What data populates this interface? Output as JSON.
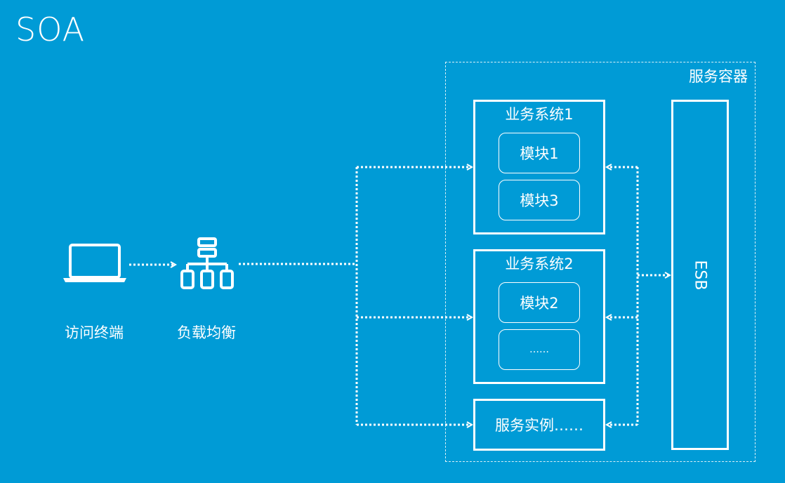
{
  "title": "SOA",
  "nodes": {
    "terminal_label": "访问终端",
    "load_balancer_label": "负载均衡"
  },
  "service_container": {
    "label": "服务容器",
    "systems": [
      {
        "title": "业务系统1",
        "modules": [
          "模块1",
          "模块3"
        ]
      },
      {
        "title": "业务系统2",
        "modules": [
          "模块2",
          "……"
        ]
      }
    ],
    "instance_label": "服务实例……",
    "esb_label": "ESB"
  },
  "colors": {
    "background": "#009bd6",
    "foreground": "#ffffff"
  },
  "icons": {
    "terminal": "laptop-icon",
    "load_balancer": "network-hierarchy-icon"
  }
}
